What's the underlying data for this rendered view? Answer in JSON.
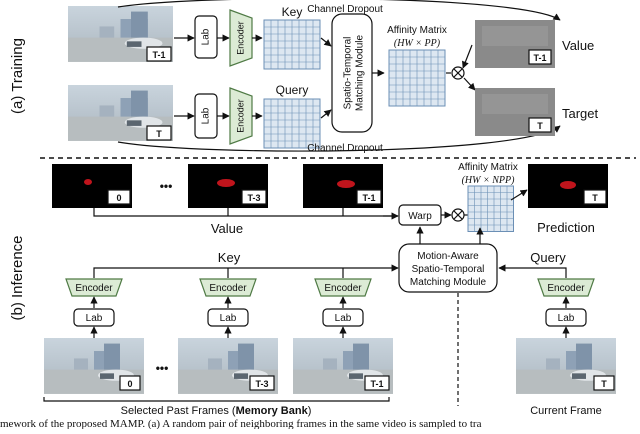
{
  "sections": {
    "training": "(a) Training",
    "inference": "(b) Inference"
  },
  "training": {
    "frame_tags": [
      "T-1",
      "T"
    ],
    "lab_label": "Lab",
    "encoder_label": "Encoder",
    "key_label": "Key",
    "query_label": "Query",
    "matching_module_lines": [
      "Spatio-Temporal",
      "Matching Module"
    ],
    "affinity_title": "Affinity Matrix",
    "affinity_formula": "(HW × PP)",
    "channel_dropout_top": "Channel Dropout",
    "channel_dropout_bottom": "Channel Dropout",
    "value_label": "Value",
    "target_label": "Target",
    "value_tag": "T-1",
    "target_tag": "T"
  },
  "inference": {
    "mask_tags": [
      "0",
      "T-3",
      "T-1"
    ],
    "ellipsis": "•••",
    "value_label": "Value",
    "warp_label": "Warp",
    "affinity_title": "Affinity Matrix",
    "affinity_formula": "(HW × NPP)",
    "prediction_label": "Prediction",
    "prediction_tag": "T",
    "key_label": "Key",
    "query_label": "Query",
    "matching_module_lines": [
      "Motion-Aware",
      "Spatio-Temporal",
      "Matching Module"
    ],
    "encoder_label": "Encoder",
    "lab_label": "Lab",
    "memory_tags": [
      "0",
      "T-3",
      "T-1"
    ],
    "current_tag": "T",
    "memory_caption_prefix": "Selected Past Frames (",
    "memory_caption_bold": "Memory Bank",
    "memory_caption_suffix": ")",
    "current_caption": "Current Frame"
  },
  "caption_fragment": "mework of the proposed MAMP. (a) A random pair of neighboring frames in the same video is sampled to tra",
  "colors": {
    "encoder_fill": "#dcebd5",
    "encoder_stroke": "#4f7a45",
    "grid_fill": "#dde7f1",
    "grid_line": "#6b8fb5",
    "mask_red": "#c0141c",
    "gray_frame": "#8a8a8a"
  }
}
